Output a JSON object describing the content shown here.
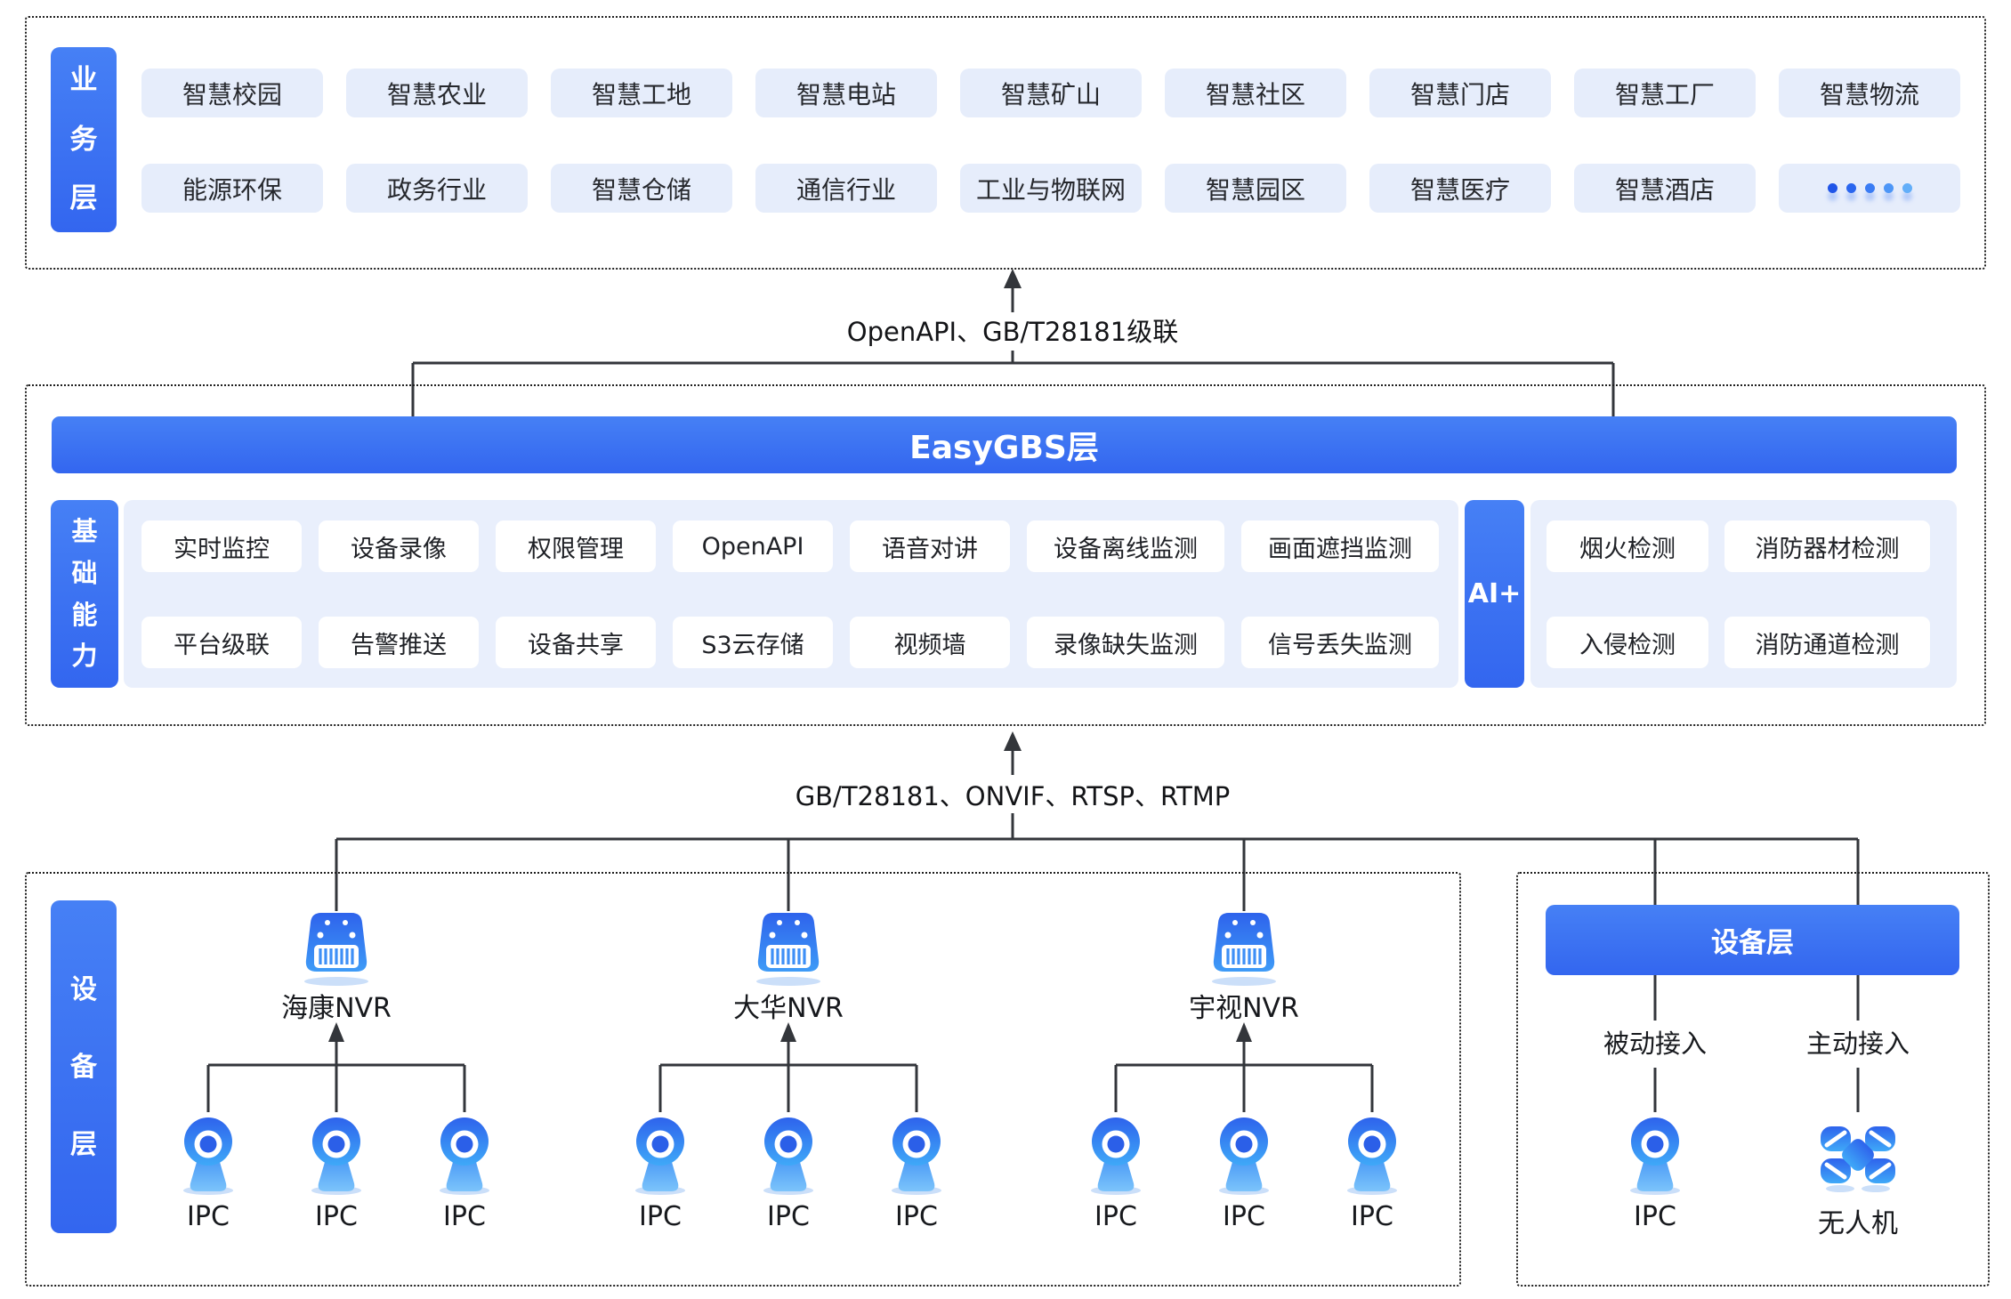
{
  "colors": {
    "accent_blue": "#3C74F3",
    "business_chip_bg": "#E6EDFB",
    "capability_panel_bg": "#E9EFFC",
    "chip_white": "#FFFFFF",
    "connector_line": "#33363B",
    "text_dark": "#1F2126"
  },
  "icons": {
    "nvr": "nvr-device-icon",
    "ipc": "ipc-camera-icon",
    "drone": "drone-icon",
    "more": "more-dots-icon"
  },
  "business_layer": {
    "side_label": "业务层",
    "row1": [
      "智慧校园",
      "智慧农业",
      "智慧工地",
      "智慧电站",
      "智慧矿山",
      "智慧社区",
      "智慧门店",
      "智慧工厂",
      "智慧物流"
    ],
    "row2": [
      "能源环保",
      "政务行业",
      "智慧仓储",
      "通信行业",
      "工业与物联网",
      "智慧园区",
      "智慧医疗",
      "智慧酒店"
    ],
    "more_dots": "•••••"
  },
  "connectors": {
    "top_label": "OpenAPI、GB/T28181级联",
    "bottom_label": "GB/T28181、ONVIF、RTSP、RTMP"
  },
  "gbs": {
    "title": "EasyGBS层",
    "side_label": "基础能力",
    "row1": [
      "实时监控",
      "设备录像",
      "权限管理",
      "OpenAPI",
      "语音对讲",
      "设备离线监测",
      "画面遮挡监测"
    ],
    "row2": [
      "平台级联",
      "告警推送",
      "设备共享",
      "S3云存储",
      "视频墙",
      "录像缺失监测",
      "信号丢失监测"
    ],
    "ai_label": "AI+",
    "ai_row1": [
      "烟火检测",
      "消防器材检测"
    ],
    "ai_row2": [
      "入侵检测",
      "消防通道检测"
    ]
  },
  "device": {
    "side_label": "设备层",
    "groups": [
      {
        "nvr": "海康NVR",
        "ipcs": [
          "IPC",
          "IPC",
          "IPC"
        ]
      },
      {
        "nvr": "大华NVR",
        "ipcs": [
          "IPC",
          "IPC",
          "IPC"
        ]
      },
      {
        "nvr": "宇视NVR",
        "ipcs": [
          "IPC",
          "IPC",
          "IPC"
        ]
      }
    ],
    "right": {
      "title": "设备层",
      "passive": "被动接入",
      "active": "主动接入",
      "passive_device": "IPC",
      "active_device": "无人机"
    }
  }
}
